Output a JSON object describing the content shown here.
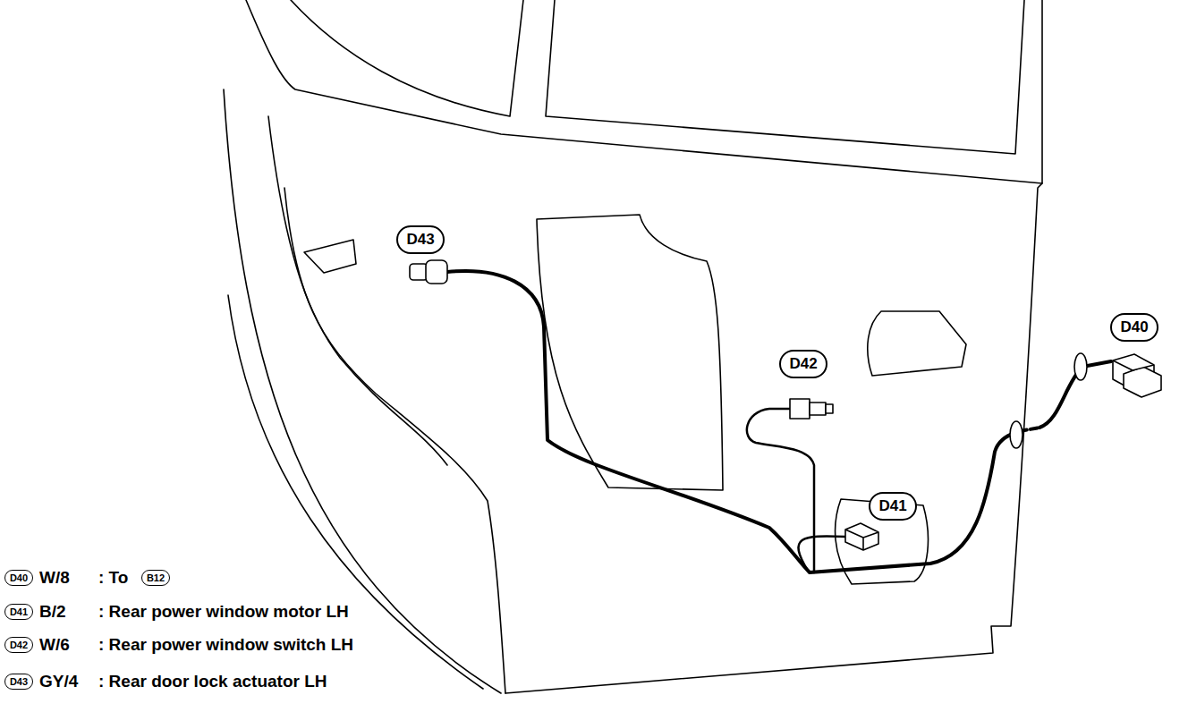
{
  "diagram": {
    "nodes": [
      {
        "text": [
          "D43"
        ]
      },
      {
        "text": [
          "D40"
        ]
      },
      {
        "text": [
          "D42"
        ]
      },
      {
        "text": [
          "D41"
        ]
      },
      {
        "text": [
          "D40"
        ]
      },
      {
        "text": [
          "B12"
        ]
      },
      {
        "text": [
          "D41"
        ]
      },
      {
        "text": [
          "D42"
        ]
      },
      {
        "text": [
          "D43"
        ]
      }
    ],
    "labels": [
      "W/8",
      ": To",
      "B/2",
      ": Rear power window motor LH",
      "W/6",
      ": Rear power window switch LH",
      "GY/4",
      ": Rear door lock actuator LH"
    ]
  }
}
